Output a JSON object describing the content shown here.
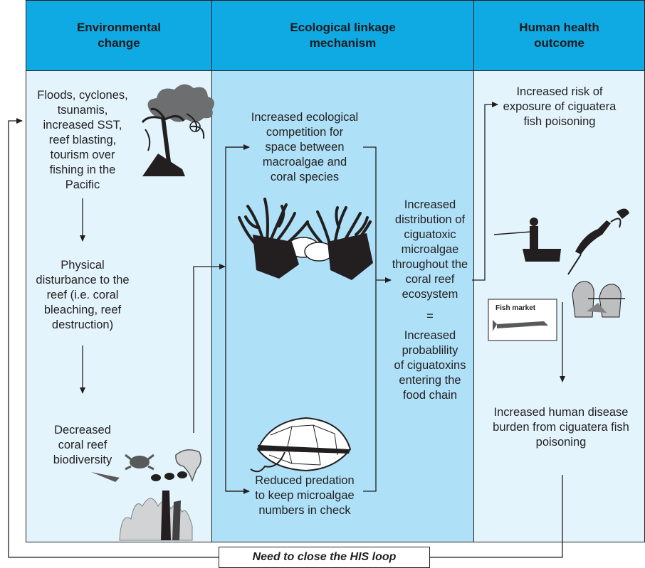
{
  "headers": {
    "col1": "Environmental\nchange",
    "col2": "Ecological linkage\nmechanism",
    "col3": "Human health\noutcome"
  },
  "col1": {
    "drivers": "Floods, cyclones,\ntsunamis,\nincreased SST,\nreef blasting,\ntourism over\nfishing in the\nPacific",
    "disturbance": "Physical\ndisturbance to the\nreef (i.e. coral\nbleaching, reef\ndestruction)",
    "biodiversity": "Decreased\ncoral reef\nbiodiversity"
  },
  "col2": {
    "competition": "Increased ecological\ncompetition for\nspace between\nmacroalgae and\ncoral species",
    "predation": "Reduced predation\nto keep microalgae\nnumbers in check",
    "distribution": "Increased\ndistribution of\nciguatoxic\nmicroalgae\nthroughout the\ncoral reef\necosystem",
    "equals": "=",
    "probability": "Increased\nprobablility\nof ciguatoxins\nentering the\nfood chain"
  },
  "col3": {
    "exposure": "Increased risk of\nexposure of ciguatera\nfish poisoning",
    "market_label": "Fish market",
    "burden": "Increased human disease\nburden from ciguatera fish\npoisoning"
  },
  "footer": "Need to close the HIS loop",
  "colors": {
    "header": "#0fa9e4",
    "light": "#e3f4fc",
    "mid": "#aee0f7"
  }
}
